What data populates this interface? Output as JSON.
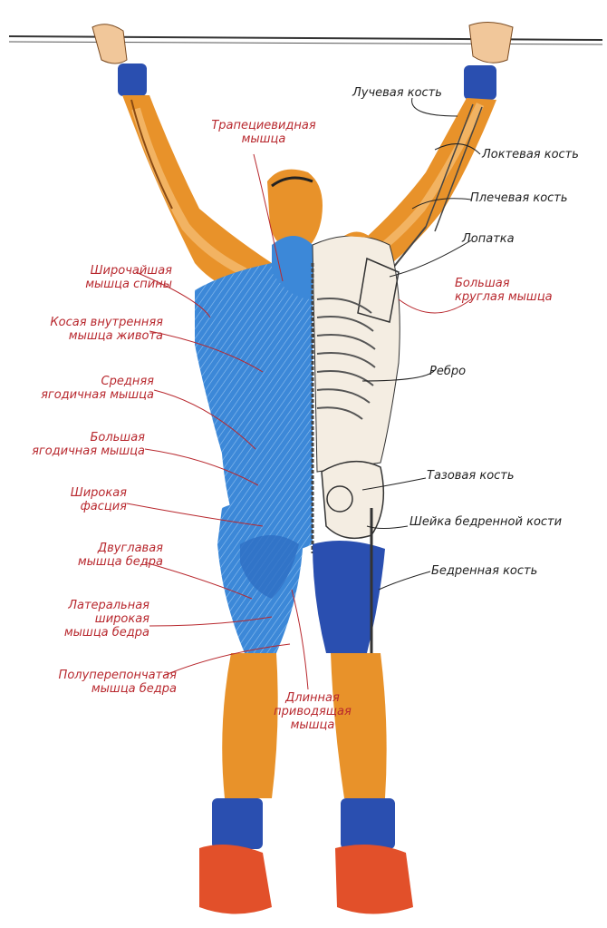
{
  "colors": {
    "muscle_label": "#b8282e",
    "bone_label": "#222222",
    "muscle_blue": "#3c88d8",
    "skin_orange": "#e8922a",
    "shoe_red": "#e2502a",
    "wrist_navy": "#2a4fb0"
  },
  "muscle_labels": [
    {
      "id": "trapezius",
      "text": "Трапециевидная\nмышца"
    },
    {
      "id": "latissimus",
      "text": "Широчайшая\nмышца спины"
    },
    {
      "id": "internal-oblique",
      "text": "Косая внутренняя\nмышца живота"
    },
    {
      "id": "gluteus-medius",
      "text": "Средняя\nягодичная мышца"
    },
    {
      "id": "gluteus-maximus",
      "text": "Большая\nягодичная мышца"
    },
    {
      "id": "fascia-lata",
      "text": "Широкая\nфасция"
    },
    {
      "id": "biceps-femoris",
      "text": "Двуглавая\nмышца бедра"
    },
    {
      "id": "vastus-lateralis",
      "text": "Латеральная\nширокая\nмышца бедра"
    },
    {
      "id": "semimembranosus",
      "text": "Полуперепончатая\nмышца бедра"
    },
    {
      "id": "adductor-longus",
      "text": "Длинная\nприводящая\nмышца"
    },
    {
      "id": "teres-major",
      "text": "Большая\nкруглая мышца"
    }
  ],
  "bone_labels": [
    {
      "id": "radius",
      "text": "Лучевая кость"
    },
    {
      "id": "ulna",
      "text": "Локтевая кость"
    },
    {
      "id": "humerus",
      "text": "Плечевая кость"
    },
    {
      "id": "scapula",
      "text": "Лопатка"
    },
    {
      "id": "rib",
      "text": "Ребро"
    },
    {
      "id": "pelvis",
      "text": "Тазовая кость"
    },
    {
      "id": "femoral-neck",
      "text": "Шейка бедренной кости"
    },
    {
      "id": "femur",
      "text": "Бедренная кость"
    }
  ]
}
